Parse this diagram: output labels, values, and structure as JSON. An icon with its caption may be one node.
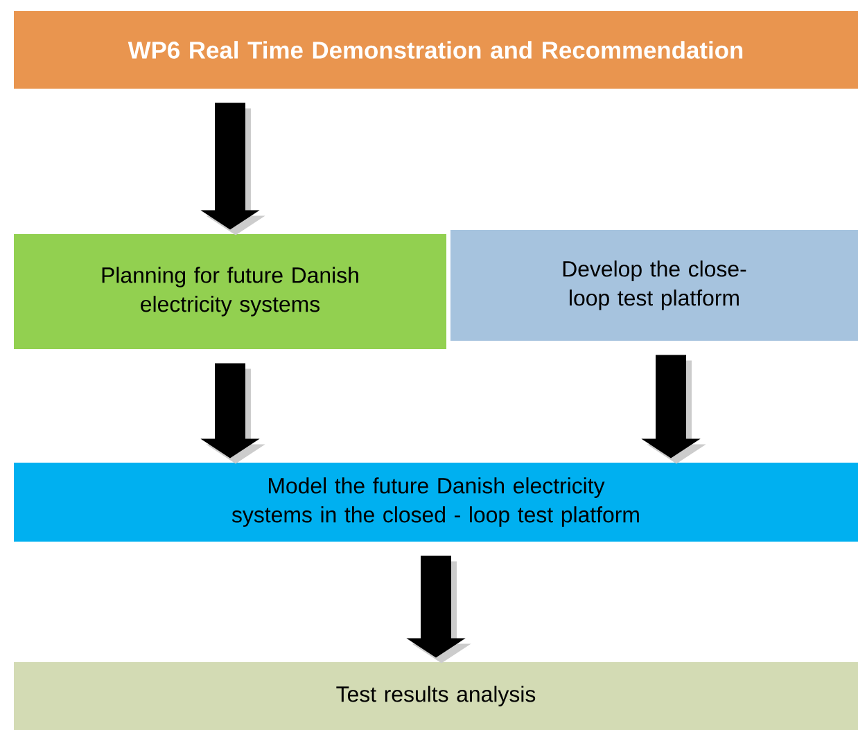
{
  "diagram": {
    "nodes": [
      {
        "text": [
          "WP6 Real Time Demonstration and Recommendation"
        ]
      },
      {
        "text": [
          "Planning for future Danish electricity systems"
        ]
      },
      {
        "text": [
          "Develop the close-loop test platform"
        ]
      },
      {
        "text": [
          "Model the future Danish electricity systems in the closed - loop test platform"
        ]
      },
      {
        "text": [
          "Test results analysis"
        ]
      }
    ],
    "edges": [
      {
        "from": 0,
        "to": 1,
        "arrow": "to"
      },
      {
        "from": 1,
        "to": 3,
        "arrow": "to"
      },
      {
        "from": 2,
        "to": 3,
        "arrow": "to"
      },
      {
        "from": 3,
        "to": 4,
        "arrow": "to"
      }
    ]
  }
}
